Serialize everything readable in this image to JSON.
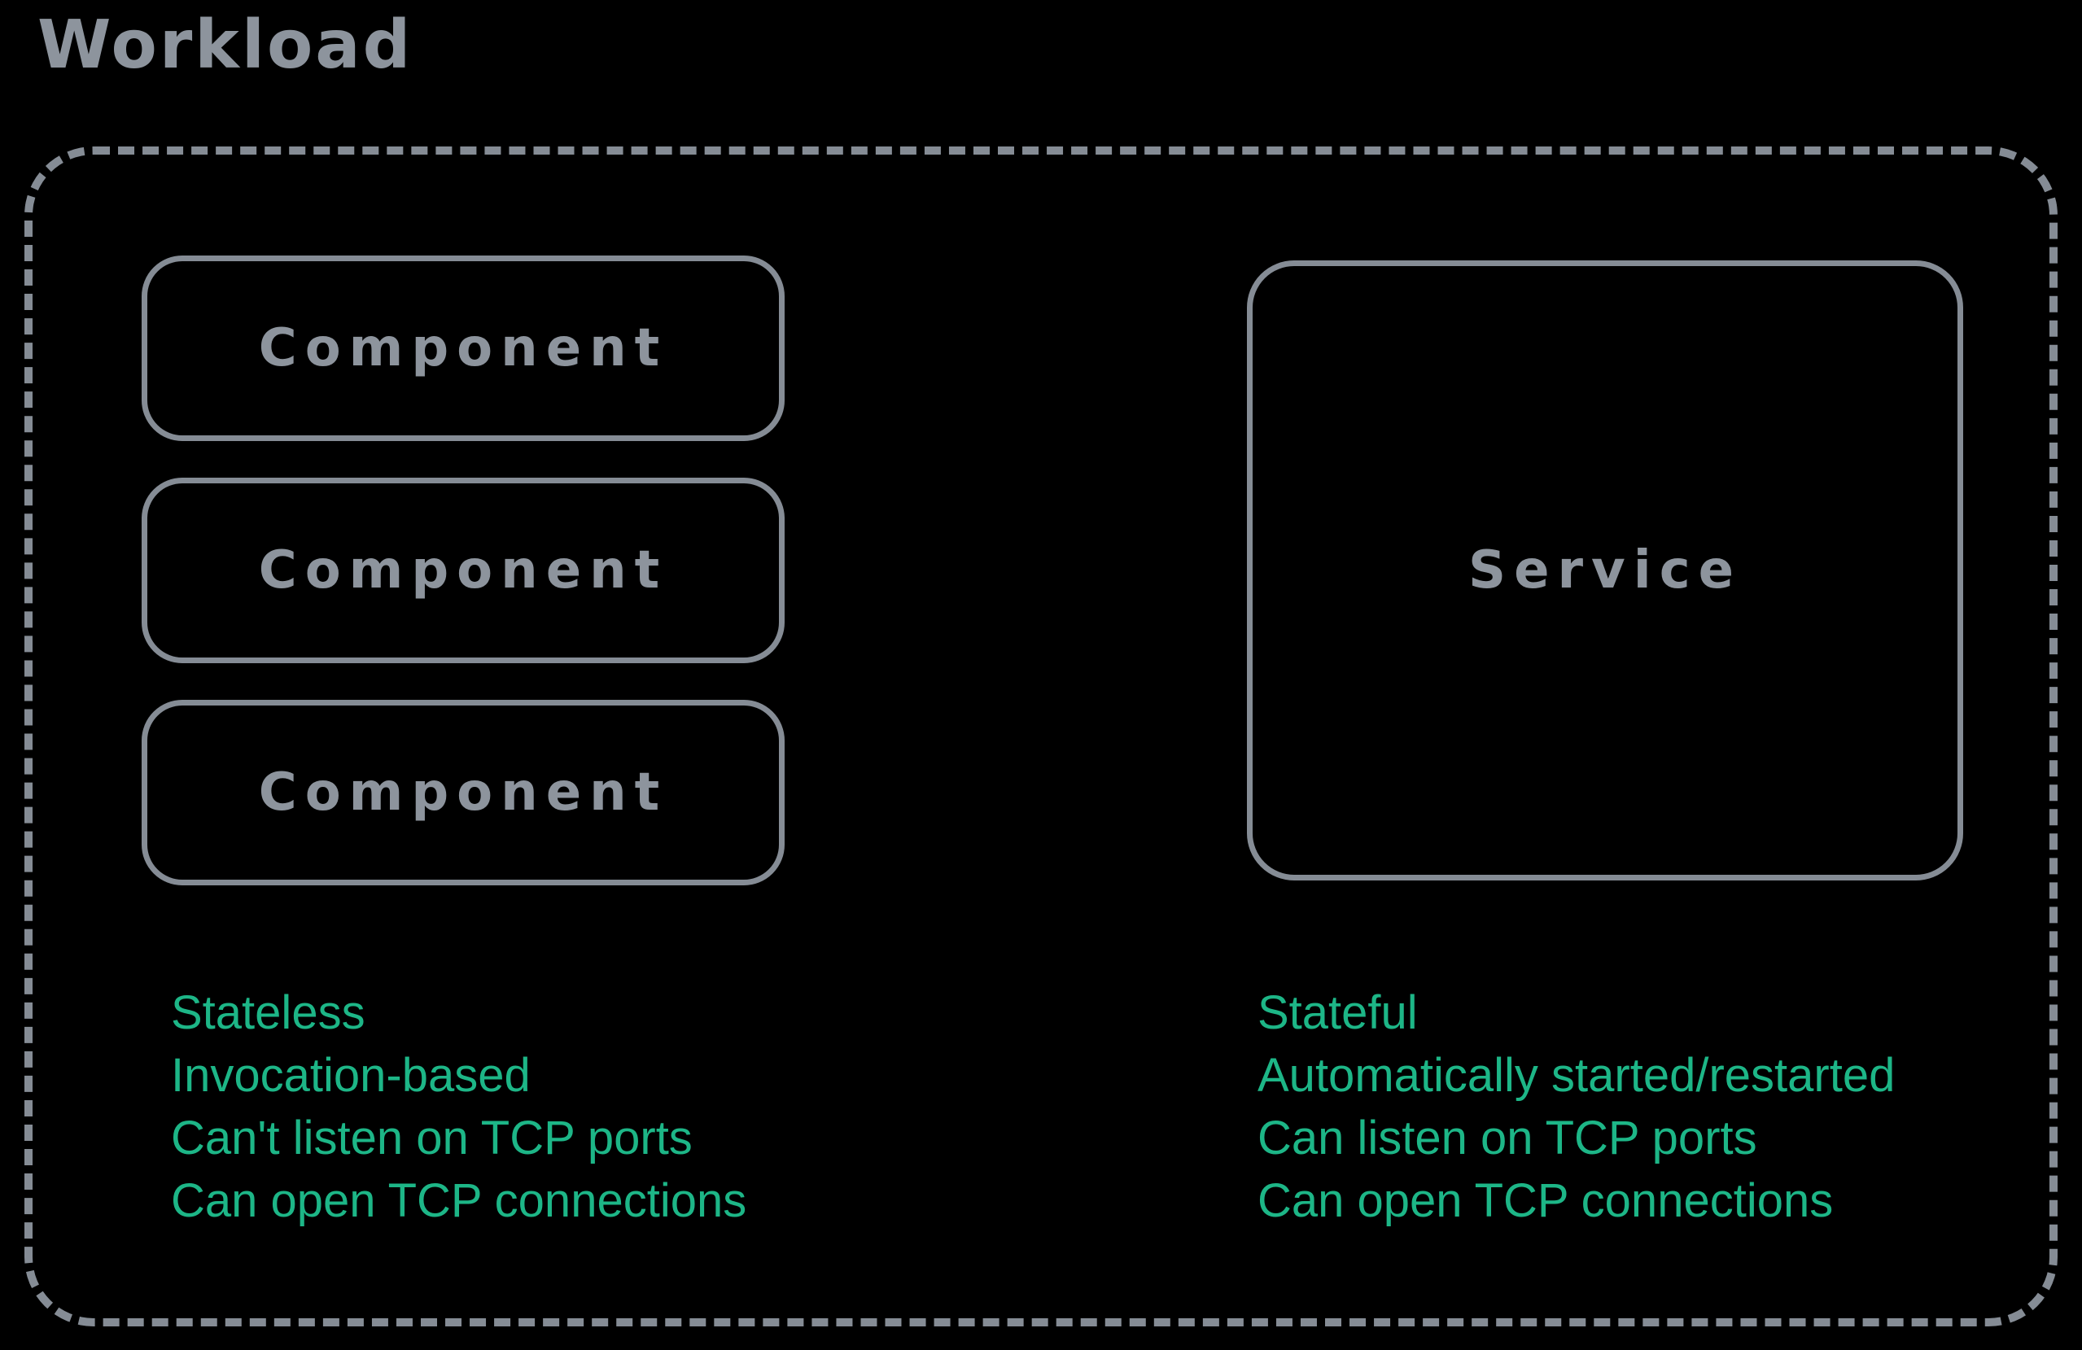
{
  "title": "Workload",
  "colors": {
    "background": "#000000",
    "outline_gray": "#858c95",
    "label_gray": "#8d949d",
    "accent_green": "#1db687"
  },
  "workload": {
    "components": [
      "Component",
      "Component",
      "Component"
    ],
    "service_label": "Service",
    "component_features": [
      "Stateless",
      "Invocation-based",
      "Can't listen on TCP ports",
      "Can open TCP connections"
    ],
    "service_features": [
      "Stateful",
      "Automatically started/restarted",
      "Can listen on TCP ports",
      "Can open TCP connections"
    ]
  }
}
